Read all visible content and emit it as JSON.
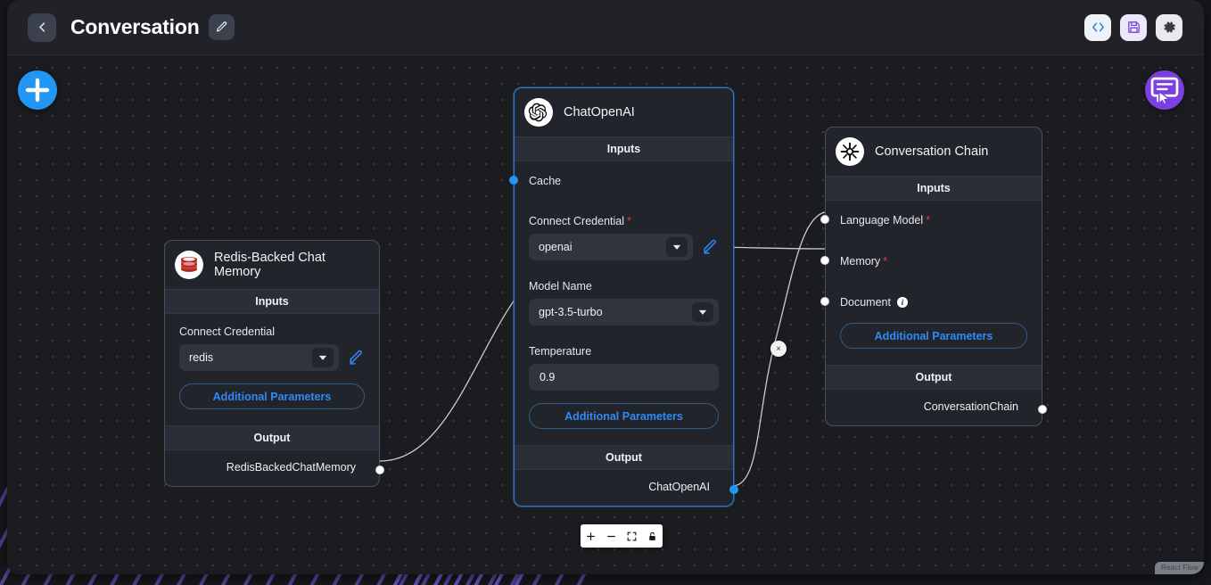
{
  "header": {
    "back_icon": "chevron-left-icon",
    "title": "Conversation",
    "edit_icon": "pencil-icon",
    "actions": [
      {
        "name": "view-code-button",
        "icon": "code-brackets-icon"
      },
      {
        "name": "save-flow-button",
        "icon": "floppy-disk-icon"
      },
      {
        "name": "settings-button",
        "icon": "gear-icon"
      }
    ]
  },
  "canvas": {
    "add_node_label": "+",
    "chat_icon": "chat-bubble-cursor-icon",
    "controls": [
      {
        "name": "zoom-in-button",
        "icon": "plus-icon",
        "label": "+"
      },
      {
        "name": "zoom-out-button",
        "icon": "minus-icon",
        "label": "−"
      },
      {
        "name": "fit-view-button",
        "icon": "fit-screen-icon",
        "label": "⛶"
      },
      {
        "name": "lock-button",
        "icon": "lock-icon",
        "label": "🔒"
      }
    ],
    "attribution": "React Flow"
  },
  "colors": {
    "accent_blue": "#2196f3",
    "accent_purple": "#7c3fe0",
    "required_red": "#e53935",
    "link_blue": "#2f8af5",
    "node_bg": "#22242b",
    "band_bg": "#2b2e38",
    "selected_border": "#2d79c9",
    "edge_stroke": "#c9ccd2"
  },
  "nodes": {
    "redis": {
      "title": "Redis-Backed Chat Memory",
      "logo": "redis-logo-icon",
      "selected": false,
      "inputs_label": "Inputs",
      "credential_label": "Connect Credential",
      "credential_value": "redis",
      "credential_required": false,
      "edit_credential_icon": "pencil-square-icon",
      "additional_params_label": "Additional Parameters",
      "output_label": "Output",
      "output_name": "RedisBackedChatMemory"
    },
    "openai": {
      "title": "ChatOpenAI",
      "logo": "openai-logo-icon",
      "selected": true,
      "inputs_label": "Inputs",
      "cache_label": "Cache",
      "credential_label": "Connect Credential",
      "credential_value": "openai",
      "credential_required": true,
      "edit_credential_icon": "pencil-square-icon",
      "model_label": "Model Name",
      "model_value": "gpt-3.5-turbo",
      "temperature_label": "Temperature",
      "temperature_value": "0.9",
      "additional_params_label": "Additional Parameters",
      "output_label": "Output",
      "output_name": "ChatOpenAI"
    },
    "chain": {
      "title": "Conversation Chain",
      "logo": "chain-link-icon",
      "selected": false,
      "inputs_label": "Inputs",
      "input_rows": [
        {
          "label": "Language Model",
          "required": true,
          "info": false
        },
        {
          "label": "Memory",
          "required": true,
          "info": false
        },
        {
          "label": "Document",
          "required": false,
          "info": true
        }
      ],
      "additional_params_label": "Additional Parameters",
      "output_label": "Output",
      "output_name": "ConversationChain"
    }
  },
  "edges": [
    {
      "name": "edge-redis-to-memory",
      "from": "RedisBackedChatMemory",
      "to": "Memory",
      "deletable": false
    },
    {
      "name": "edge-openai-to-llm",
      "from": "ChatOpenAI",
      "to": "Language Model",
      "deletable": true,
      "delete_label": "×"
    }
  ]
}
